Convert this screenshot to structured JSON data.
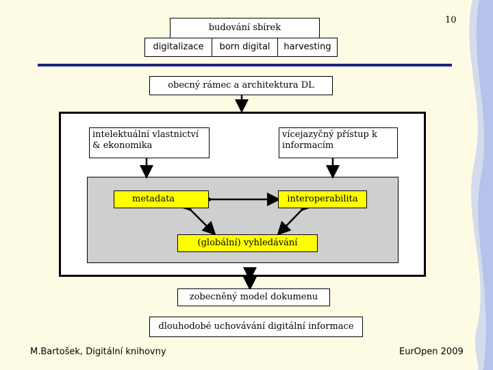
{
  "slide_number": "10",
  "top": {
    "title": "budování sbírek",
    "items": [
      "digitalizace",
      "born digital",
      "harvesting"
    ]
  },
  "framework": "obecný rámec a architektura DL",
  "inner": {
    "ip_economics": "intelektuální vlastnictví & ekonomika",
    "multilingual": "vícejazyčný přístup k informacím",
    "metadata": "metadata",
    "interoperability": "interoperabilita",
    "search": "(globální) vyhledávání"
  },
  "document_model": "zobecněný model dokumenu",
  "preservation": "dlouhodobé uchovávání digitální informace",
  "footer": {
    "author": "M.Bartošek, Digitální knihovny",
    "event": "EurOpen 2009"
  },
  "colors": {
    "background": "#fdfbe3",
    "highlight": "#ffff00",
    "panel": "#cfcfcf",
    "rule": "#1a237e",
    "decor": "#a8b8e8"
  }
}
